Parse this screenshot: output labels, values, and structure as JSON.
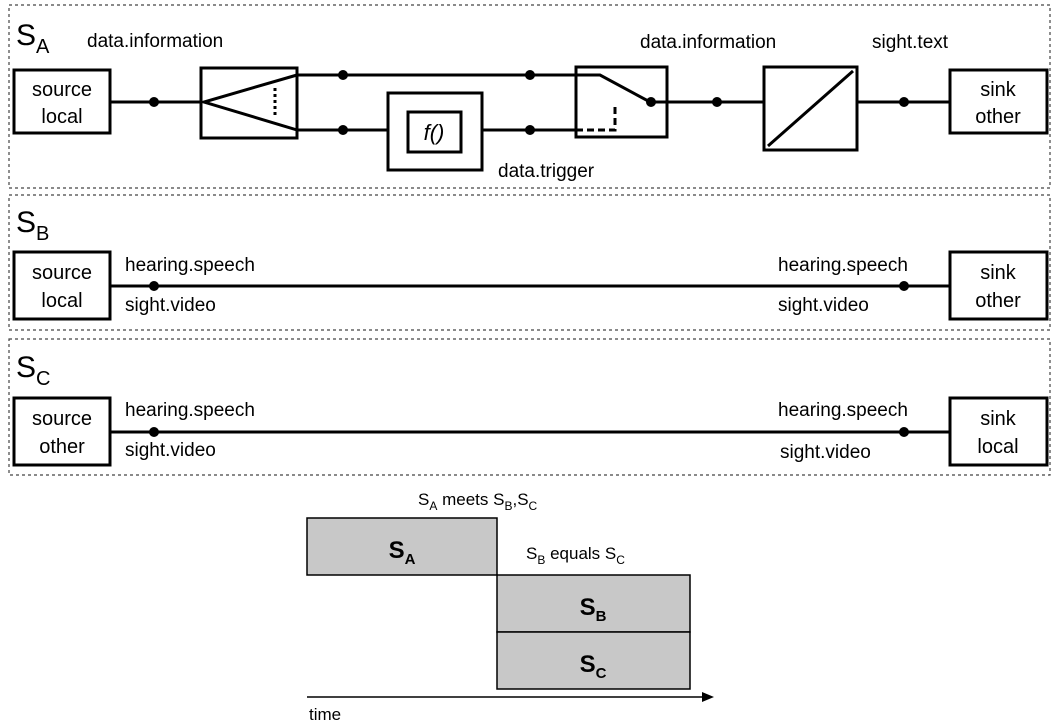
{
  "panels": [
    {
      "title": "S",
      "title_sub": "A",
      "label": "data.information",
      "source": [
        "source",
        "local"
      ],
      "sink": [
        "sink",
        "other"
      ],
      "labels": {
        "mid_info": "data.information",
        "sight_text": "sight.text",
        "trigger": "data.trigger",
        "function": "f()"
      }
    },
    {
      "title": "S",
      "title_sub": "B",
      "source": [
        "source",
        "local"
      ],
      "sink": [
        "sink",
        "other"
      ],
      "left_top": "hearing.speech",
      "left_bottom": "sight.video",
      "right_top": "hearing.speech",
      "right_bottom": "sight.video"
    },
    {
      "title": "S",
      "title_sub": "C",
      "source": [
        "source",
        "other"
      ],
      "sink": [
        "sink",
        "local"
      ],
      "left_top": "hearing.speech",
      "left_bottom": "sight.video",
      "right_top": "hearing.speech",
      "right_bottom": "sight.video"
    }
  ],
  "timeline": {
    "ann1": {
      "a": "S",
      "a_sub": "A",
      "mid": " meets ",
      "b": "S",
      "b_sub": "B",
      "sep": ",",
      "c": "S",
      "c_sub": "C"
    },
    "ann2": {
      "a": "S",
      "a_sub": "B",
      "mid": " equals ",
      "b": "S",
      "b_sub": "C"
    },
    "bars": [
      {
        "main": "S",
        "sub": "A"
      },
      {
        "main": "S",
        "sub": "B"
      },
      {
        "main": "S",
        "sub": "C"
      }
    ],
    "axis_label": "time"
  },
  "colors": {
    "bar_fill": "#c8c8c8"
  }
}
